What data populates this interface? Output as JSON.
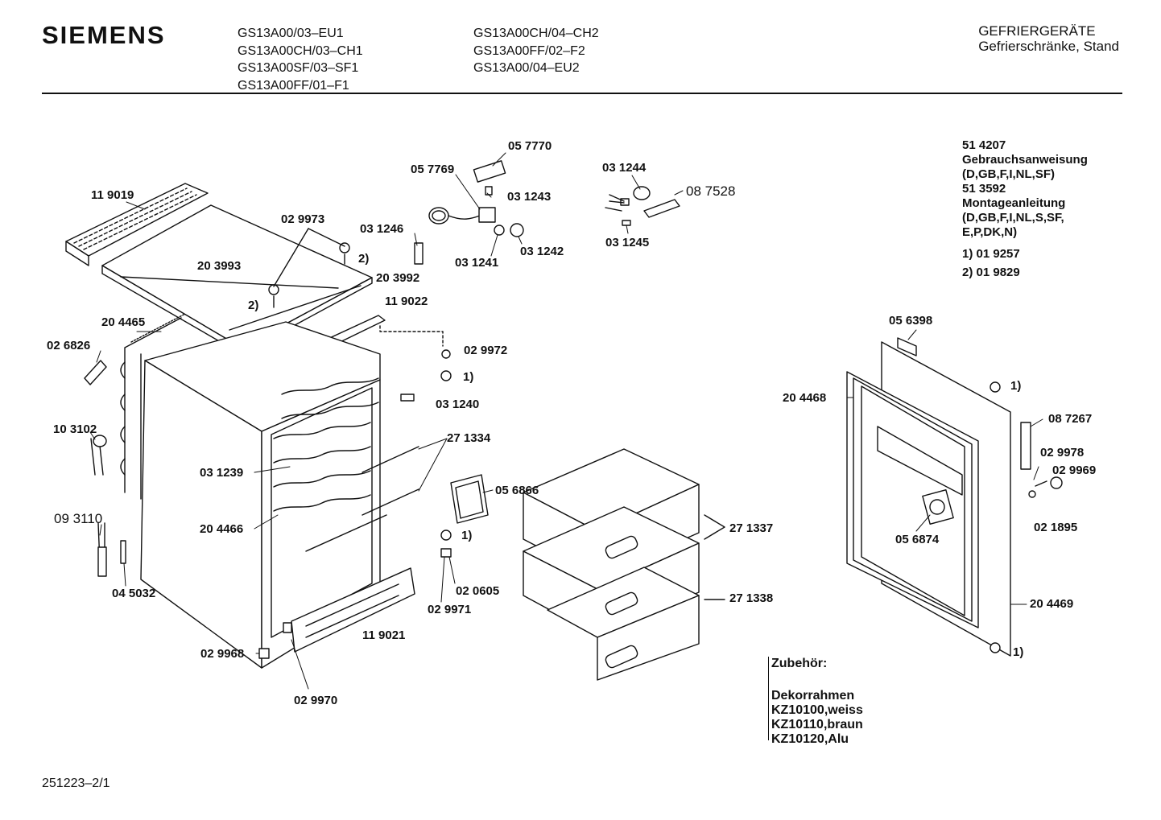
{
  "header": {
    "brand": "SIEMENS",
    "models_col1": [
      "GS13A00/03–EU1",
      "GS13A00CH/03–CH1",
      "GS13A00SF/03–SF1",
      "GS13A00FF/01–F1"
    ],
    "models_col2": [
      "GS13A00CH/04–CH2",
      "GS13A00FF/02–F2",
      "GS13A00/04–EU2"
    ],
    "category": "GEFRIERGERÄTE",
    "subcategory": "Gefrierschränke, Stand"
  },
  "parts": [
    {
      "id": "p-119019",
      "label": "11 9019"
    },
    {
      "id": "p-203993",
      "label": "20 3993"
    },
    {
      "id": "p-029973",
      "label": "02 9973"
    },
    {
      "id": "p-2top",
      "label": "2)"
    },
    {
      "id": "p-2bot",
      "label": "2)"
    },
    {
      "id": "p-203992",
      "label": "20 3992"
    },
    {
      "id": "p-057769",
      "label": "05 7769"
    },
    {
      "id": "p-057770",
      "label": "05 7770"
    },
    {
      "id": "p-031243",
      "label": "03 1243"
    },
    {
      "id": "p-031246",
      "label": "03 1246"
    },
    {
      "id": "p-031241",
      "label": "03 1241"
    },
    {
      "id": "p-031242",
      "label": "03 1242"
    },
    {
      "id": "p-031244",
      "label": "03 1244"
    },
    {
      "id": "p-087528",
      "label": "08 7528"
    },
    {
      "id": "p-031245",
      "label": "03 1245"
    },
    {
      "id": "p-119022",
      "label": "11 9022"
    },
    {
      "id": "p-204465",
      "label": "20 4465"
    },
    {
      "id": "p-026826",
      "label": "02 6826"
    },
    {
      "id": "p-029972",
      "label": "02 9972"
    },
    {
      "id": "p-1a",
      "label": "1)"
    },
    {
      "id": "p-031240",
      "label": "03 1240"
    },
    {
      "id": "p-103102",
      "label": "10 3102"
    },
    {
      "id": "p-271334",
      "label": "27 1334"
    },
    {
      "id": "p-031239",
      "label": "03 1239"
    },
    {
      "id": "p-056866",
      "label": "05 6866"
    },
    {
      "id": "p-093110",
      "label": "09 3110"
    },
    {
      "id": "p-204466",
      "label": "20 4466"
    },
    {
      "id": "p-1b",
      "label": "1)"
    },
    {
      "id": "p-045032",
      "label": "04 5032"
    },
    {
      "id": "p-020605",
      "label": "02 0605"
    },
    {
      "id": "p-029971",
      "label": "02 9971"
    },
    {
      "id": "p-119021",
      "label": "11 9021"
    },
    {
      "id": "p-029968",
      "label": "02 9968"
    },
    {
      "id": "p-029970",
      "label": "02 9970"
    },
    {
      "id": "p-271337",
      "label": "27 1337"
    },
    {
      "id": "p-271338",
      "label": "27 1338"
    },
    {
      "id": "p-056398",
      "label": "05 6398"
    },
    {
      "id": "p-204468",
      "label": "20 4468"
    },
    {
      "id": "p-1c",
      "label": "1)"
    },
    {
      "id": "p-087267",
      "label": "08 7267"
    },
    {
      "id": "p-029978",
      "label": "02 9978"
    },
    {
      "id": "p-029969",
      "label": "02 9969"
    },
    {
      "id": "p-021895",
      "label": "02 1895"
    },
    {
      "id": "p-056874",
      "label": "05 6874"
    },
    {
      "id": "p-204469",
      "label": "20 4469"
    },
    {
      "id": "p-1d",
      "label": "1)"
    }
  ],
  "side_info": {
    "doc1_num": "51 4207",
    "doc1_title": "Gebrauchsanweisung",
    "doc1_langs": "(D,GB,F,I,NL,SF)",
    "doc2_num": "51 3592",
    "doc2_title": "Montageanleitung",
    "doc2_langs1": "(D,GB,F,I,NL,S,SF,",
    "doc2_langs2": "E,P,DK,N)",
    "note1": "1) 01 9257",
    "note2": "2) 01 9829"
  },
  "accessories": {
    "heading": "Zubehör:",
    "group": "Dekorrahmen",
    "items": [
      "KZ10100,weiss",
      "KZ10110,braun",
      "KZ10120,Alu"
    ]
  },
  "doc_number": "251223–2/1"
}
